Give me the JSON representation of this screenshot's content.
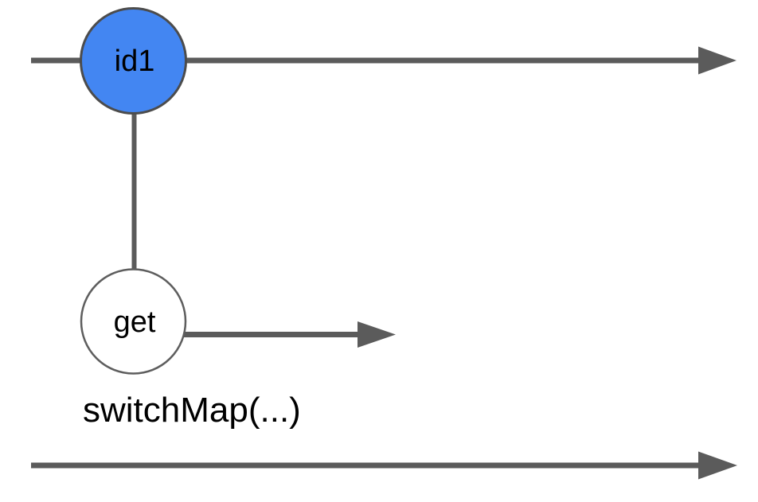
{
  "diagram": {
    "operator": {
      "label": "switchMap(...)"
    },
    "source_timeline": {
      "node": {
        "label": "id1"
      }
    },
    "inner_timeline": {
      "node": {
        "label": "get"
      }
    },
    "colors": {
      "node_blue": "#4386F2",
      "node_white": "#FFFFFF",
      "line_gray": "#5B5B5B",
      "border_gray": "#4C4C4C",
      "text": "#000000",
      "background": "#FFFFFF"
    }
  }
}
